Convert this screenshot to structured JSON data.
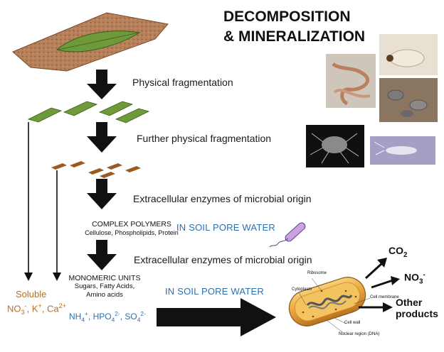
{
  "title": {
    "line1": "DECOMPOSITION",
    "line2": "& MINERALIZATION"
  },
  "stages": {
    "physical_fragmentation": "Physical fragmentation",
    "further_fragmentation": "Further physical fragmentation",
    "enzymes_1": "Extracellular enzymes of microbial origin",
    "enzymes_2": "Extracellular enzymes of microbial origin"
  },
  "complex_polymers": {
    "title": "COMPLEX POLYMERS",
    "examples": "Cellulose, Phospholipids, Protein"
  },
  "monomeric_units": {
    "title": "MONOMERIC UNITS",
    "line1": "Sugars, Fatty Acids,",
    "line2": "Amino acids"
  },
  "pore_water_1": "IN SOIL PORE WATER",
  "pore_water_2": "IN SOIL PORE WATER",
  "soluble": {
    "title": "Soluble",
    "ions": {
      "no3": "NO",
      "no3_sub": "3",
      "no3_sup": "-",
      "k": ", K",
      "k_sup": "+",
      "ca": ", Ca",
      "ca_sup": "2+"
    }
  },
  "monomer_ions": {
    "nh4": "NH",
    "nh4_sub": "4",
    "nh4_sup": "+",
    "hpo4": ", HPO",
    "hpo4_sub": "4",
    "hpo4_sup": "2-",
    "so4": ", SO",
    "so4_sub": "4",
    "so4_sup": "2-"
  },
  "bacterium_labels": {
    "ribosome": "Ribosome",
    "cytoplasm": "Cytoplasm",
    "cell_membrane": "Cell membrane",
    "cell_wall": "Cell wall",
    "nuclear_region": "Nuclear region (DNA)"
  },
  "products": {
    "co2": "CO",
    "co2_sub": "2",
    "no3": "NO",
    "no3_sub": "3",
    "no3_sup": "-",
    "other_line1": "Other",
    "other_line2": "products"
  },
  "colors": {
    "soil": "#b5805a",
    "leaf": "#6f9a3a",
    "fragment_brown": "#9b5a22",
    "soluble_text": "#b3702a",
    "ion_blue": "#2f6fb0",
    "bacterium": "#e8a23a"
  }
}
